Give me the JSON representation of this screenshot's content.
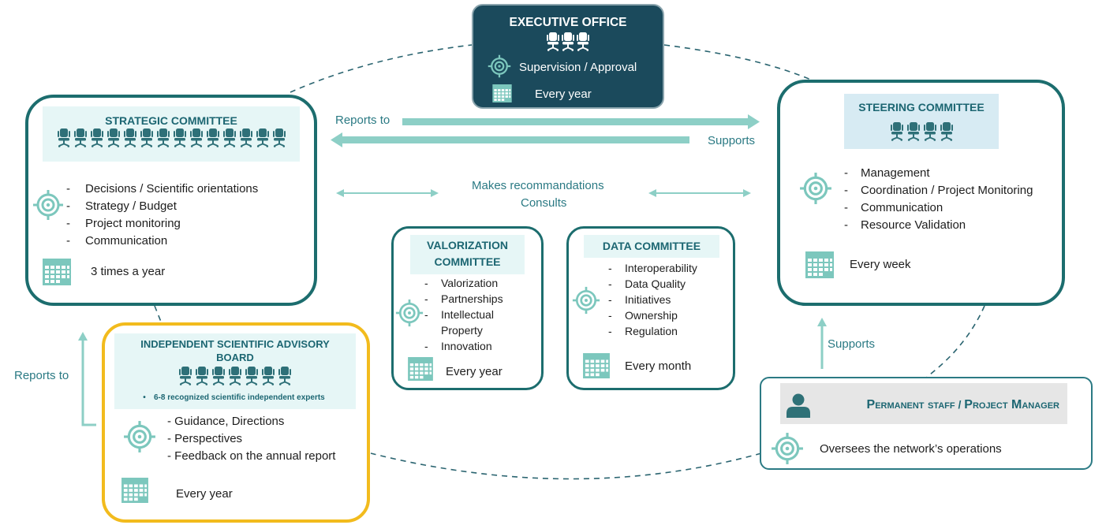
{
  "colors": {
    "teal_dark": "#1b4a5c",
    "teal_border": "#1c6d6e",
    "teal_band": "#e6f6f6",
    "teal_band_blue": "#d7ebf3",
    "arrow": "#8dcfc6",
    "label": "#2b7a84",
    "gold": "#f2bb1d",
    "icon": "#7cc7bd"
  },
  "executive": {
    "title": "EXECUTIVE OFFICE",
    "role": "Supervision / Approval",
    "frequency": "Every year"
  },
  "strategic": {
    "title": "STRATEGIC COMMITTEE",
    "items": [
      "Decisions / Scientific orientations",
      "Strategy / Budget",
      "Project monitoring",
      "Communication"
    ],
    "frequency": "3 times a year"
  },
  "steering": {
    "title": "STEERING COMMITTEE",
    "items": [
      "Management",
      "Coordination / Project Monitoring",
      "Communication",
      "Resource Validation"
    ],
    "frequency": "Every week"
  },
  "valorization": {
    "title_line1": "VALORIZATION",
    "title_line2": "COMMITTEE",
    "items": [
      "Valorization",
      "Partnerships",
      "Intellectual",
      "Property",
      "Innovation"
    ],
    "frequency": "Every year"
  },
  "data_committee": {
    "title": "DATA COMMITTEE",
    "items": [
      "Interoperability",
      "Data Quality",
      "Initiatives",
      "Ownership",
      "Regulation"
    ],
    "frequency": "Every month"
  },
  "advisory": {
    "title_line1": "INDEPENDENT SCIENTIFIC ADVISORY",
    "title_line2": "BOARD",
    "note": "6-8 recognized scientific independent experts",
    "items": [
      "- Guidance, Directions",
      "- Perspectives",
      "- Feedback on the annual report"
    ],
    "frequency": "Every year"
  },
  "staff": {
    "title_part1": "Permanent staff",
    "title_sep": " / ",
    "title_part2": "Project Manager",
    "role": "Oversees the network’s operations"
  },
  "relations": {
    "reports_to_top": "Reports to",
    "supports_top": "Supports",
    "makes_recommendations": "Makes recommandations",
    "consults": "Consults",
    "supports_bottom": "Supports",
    "reports_to_left": "Reports to"
  },
  "bullet_dash": "-",
  "bullet_dot": "•"
}
